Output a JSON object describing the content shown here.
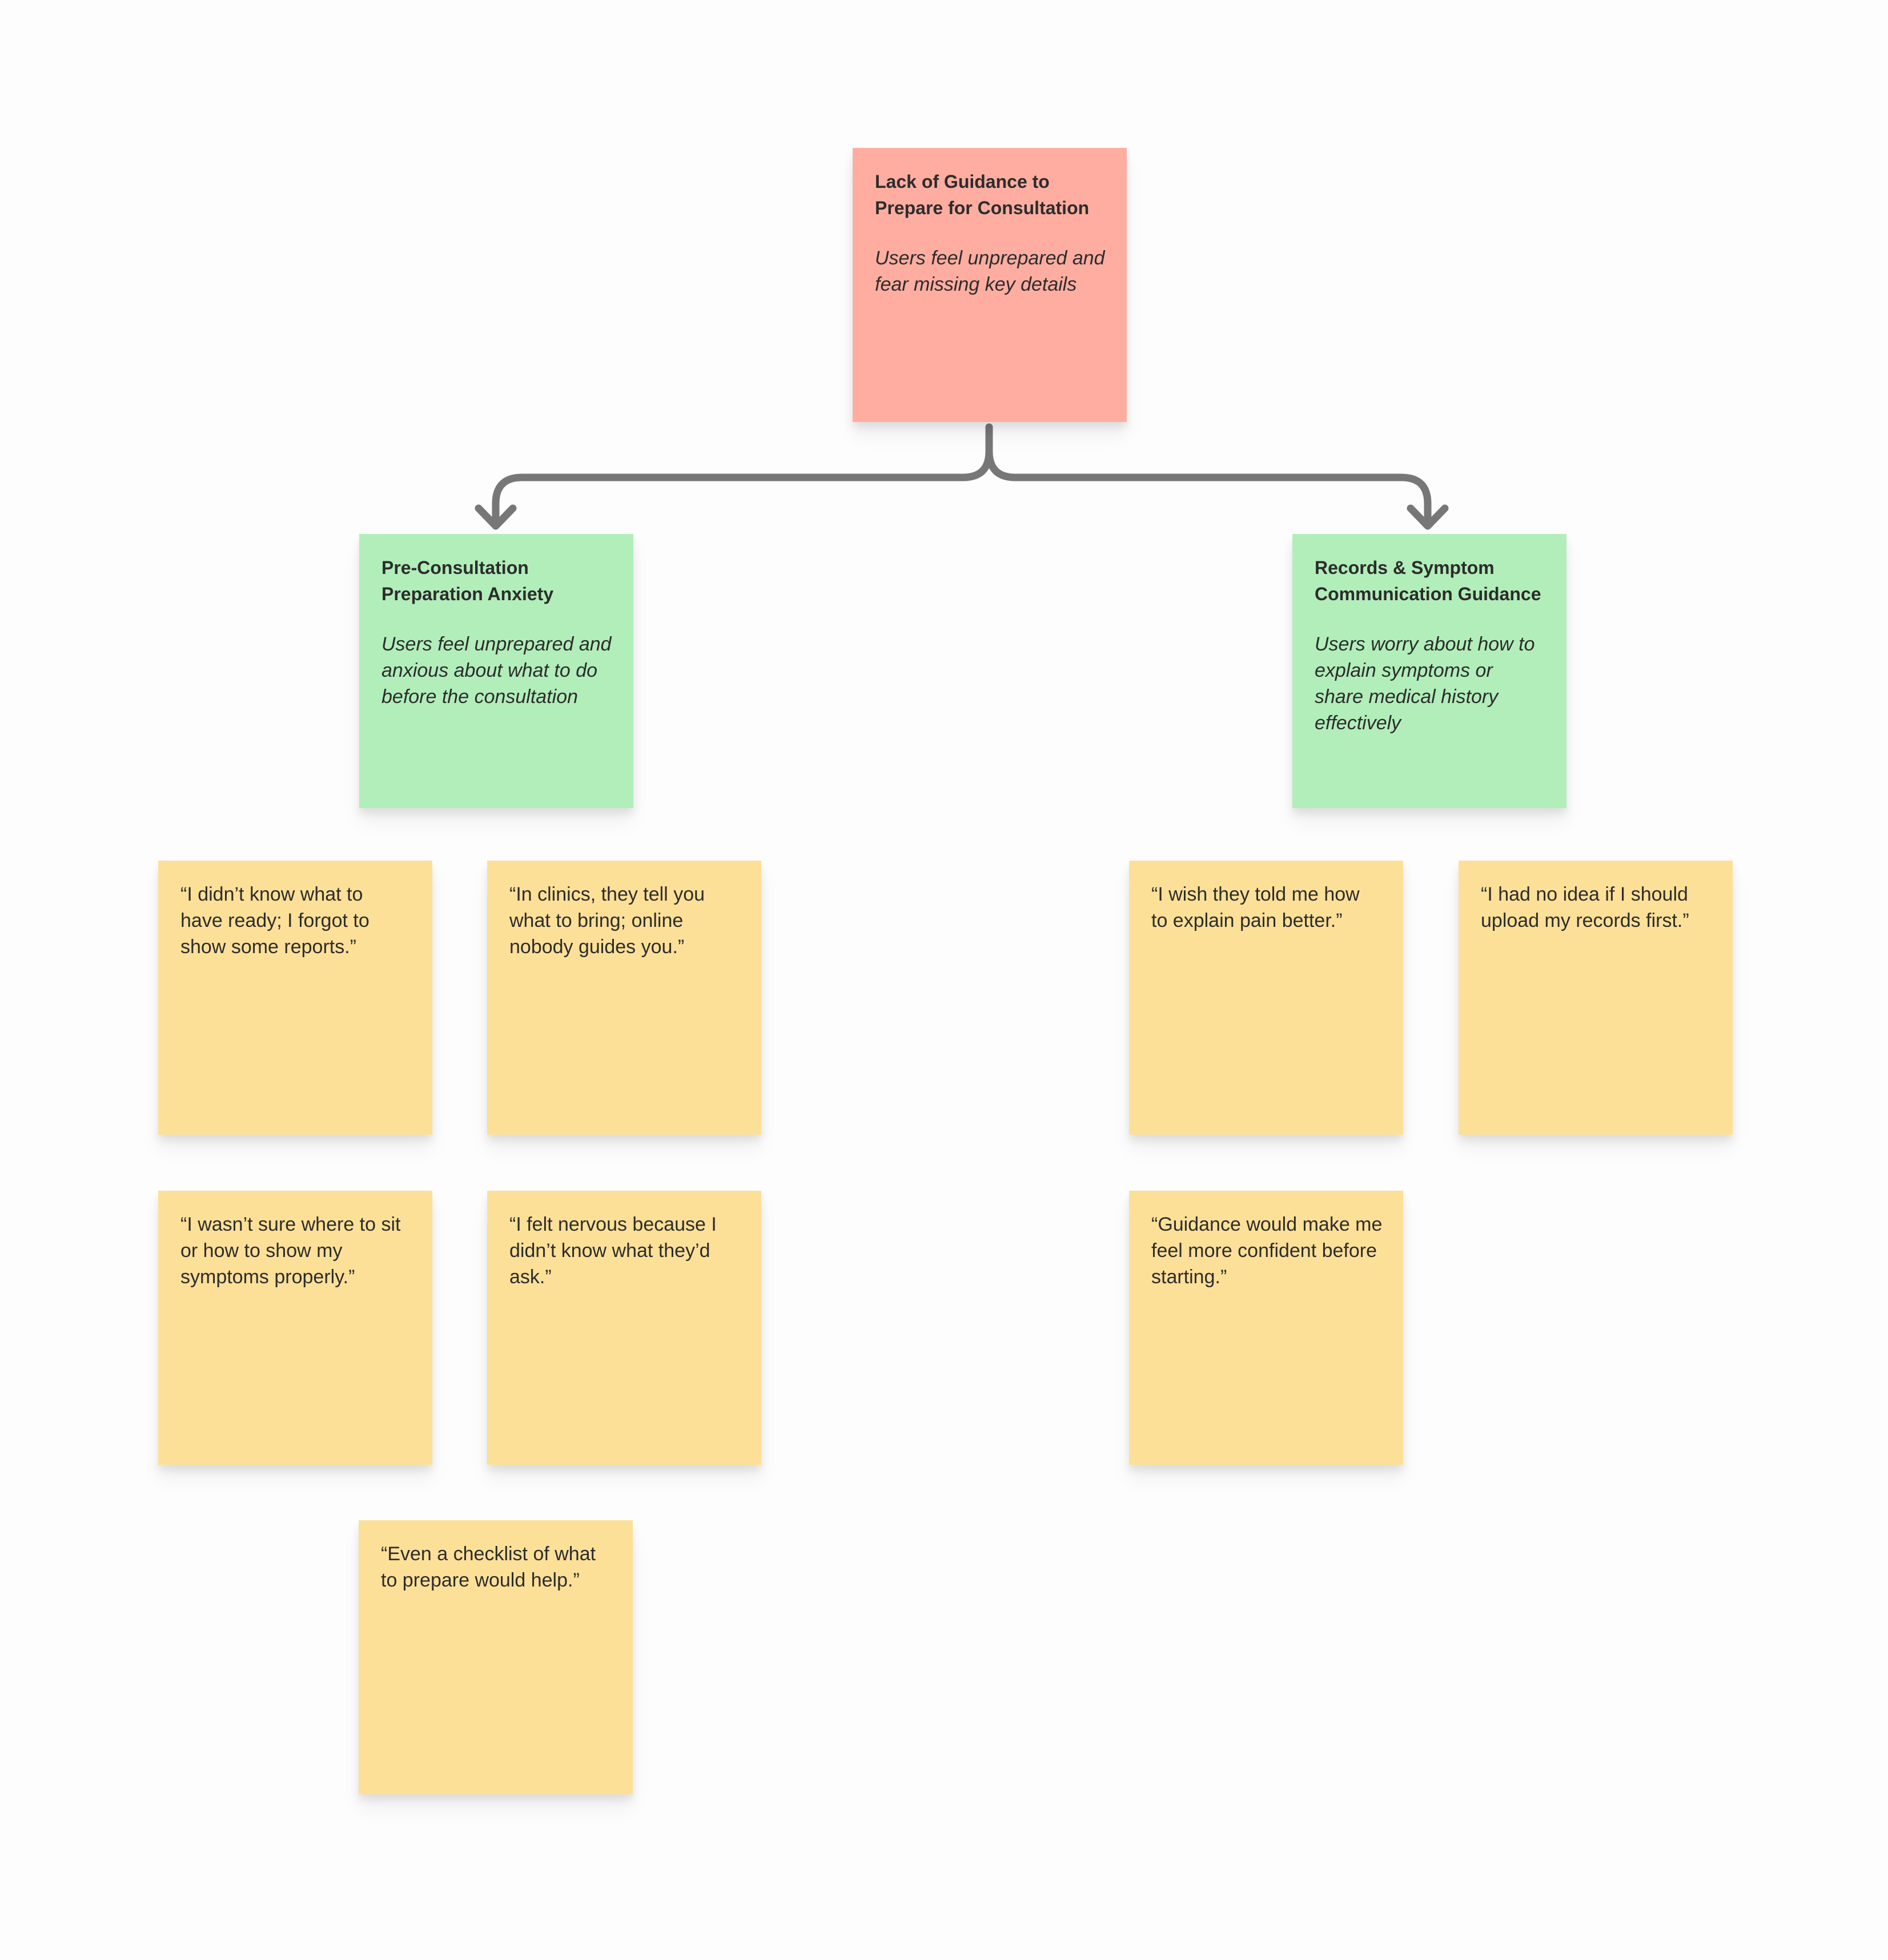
{
  "board": {
    "background": "#FDFDFD",
    "connector_color": "#777777"
  },
  "colors": {
    "root_red": "#FFADA1",
    "theme_green": "#B2EEBA",
    "quote_yellow": "#FDE098",
    "text": "#2C2C2C"
  },
  "root_note": {
    "title": "Lack of Guidance to Prepare for Consultation",
    "description": "Users feel unprepared and fear missing key details"
  },
  "themes": {
    "left": {
      "title": "Pre-Consultation Preparation Anxiety",
      "description": "Users feel unprepared and anxious about what to do before the consultation"
    },
    "right": {
      "title": "Records & Symptom Communication Guidance",
      "description": "Users worry about how to explain symptoms or share medical history effectively"
    }
  },
  "quotes": {
    "left_1": "“I didn’t know what to have ready; I forgot to show some reports.”",
    "left_2": "“In clinics, they tell you what to bring; online nobody guides you.”",
    "left_3": "“I wasn’t sure where to sit or how to show my symptoms properly.”",
    "left_4": "“I felt nervous because I didn’t know what they’d ask.”",
    "left_5": "“Even a checklist of what to prepare would help.”",
    "right_1": "“I wish they told me how to explain pain better.”",
    "right_2": "“I had no idea if I should upload my records first.”",
    "right_3": "“Guidance would make me feel more confident before starting.”"
  }
}
